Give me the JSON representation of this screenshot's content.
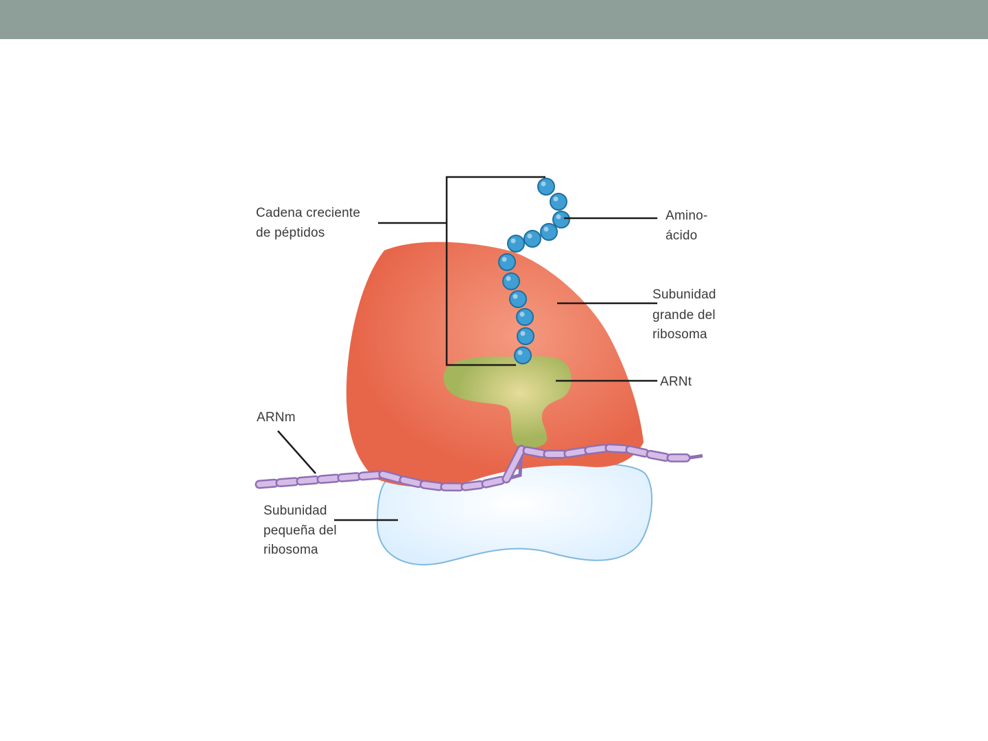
{
  "colors": {
    "top_bar": "#8e9e98",
    "large_subunit": "#e7664a",
    "large_subunit_shade": "#f49a80",
    "small_subunit": "#dcefff",
    "small_subunit_edge": "#7fb8de",
    "trna": "#a5b55c",
    "trna_highlight": "#e6dc9a",
    "amino_acid": "#3f9fd4",
    "amino_acid_edge": "#1f6f9e",
    "mrna_fill": "#d6bde8",
    "mrna_edge": "#8e6fb4",
    "leader_line": "#1a1a1a",
    "label_text": "#3a3a3a"
  },
  "labels": {
    "peptide_line1": "Cadena creciente",
    "peptide_line2": "de péptidos",
    "amino_line1": "Amino-",
    "amino_line2": "ácido",
    "large_line1": "Subunidad",
    "large_line2": "grande del",
    "large_line3": "ribosoma",
    "trna": "ARNt",
    "mrna": "ARNm",
    "small_line1": "Subunidad",
    "small_line2": "pequeña del",
    "small_line3": "ribosoma"
  }
}
